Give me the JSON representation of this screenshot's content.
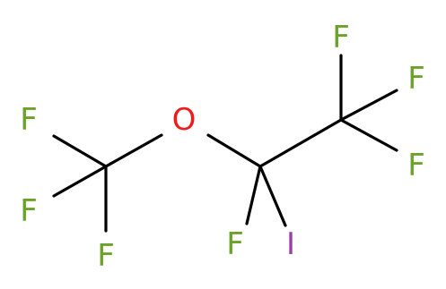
{
  "colors": {
    "bond": "#000000",
    "fluorine": "#6ba32a",
    "oxygen": "#ee1c1c",
    "iodine": "#9b3ea6"
  },
  "atoms": [
    {
      "id": "f1",
      "element": "fluorine",
      "label": "F"
    },
    {
      "id": "f2",
      "element": "fluorine",
      "label": "F"
    },
    {
      "id": "f3",
      "element": "fluorine",
      "label": "F"
    },
    {
      "id": "o1",
      "element": "oxygen",
      "label": "O"
    },
    {
      "id": "f4",
      "element": "fluorine",
      "label": "F"
    },
    {
      "id": "i1",
      "element": "iodine",
      "label": "I"
    },
    {
      "id": "f5",
      "element": "fluorine",
      "label": "F"
    },
    {
      "id": "f6",
      "element": "fluorine",
      "label": "F"
    },
    {
      "id": "f7",
      "element": "fluorine",
      "label": "F"
    }
  ]
}
